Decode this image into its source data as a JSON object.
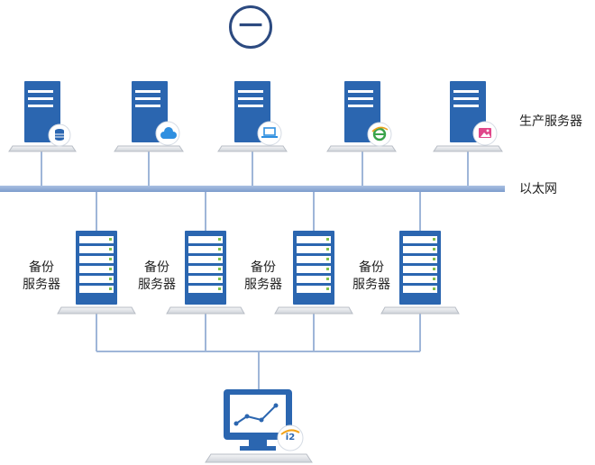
{
  "top_badge": "一",
  "labels": {
    "production": "生产服务器",
    "ethernet": "以太网"
  },
  "production_servers": [
    {
      "icon": "database-icon"
    },
    {
      "icon": "cloud-icon"
    },
    {
      "icon": "laptop-icon"
    },
    {
      "icon": "ie-browser-icon"
    },
    {
      "icon": "image-icon"
    }
  ],
  "backup_servers": [
    {
      "label_line1": "备份",
      "label_line2": "服务器"
    },
    {
      "label_line1": "备份",
      "label_line2": "服务器"
    },
    {
      "label_line1": "备份",
      "label_line2": "服务器"
    },
    {
      "label_line1": "备份",
      "label_line2": "服务器"
    }
  ],
  "console_badge": "i2",
  "colors": {
    "server_blue": "#2b66b0",
    "bus_blue": "#8aa8d4",
    "line_blue": "#9fb6d8",
    "badge_navy": "#2c4a80"
  }
}
